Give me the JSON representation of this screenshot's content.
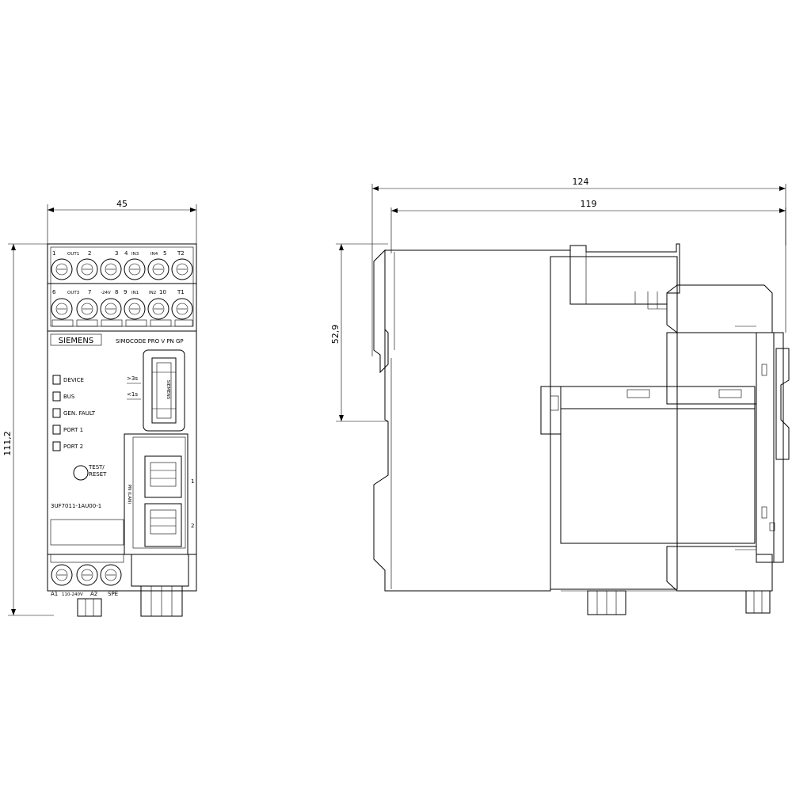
{
  "dimensions": {
    "front_width": "45",
    "front_height": "111,2",
    "side_width_total": "124",
    "side_width_body": "119",
    "side_rail_height": "52,9"
  },
  "front": {
    "brand": "SIEMENS",
    "product": "SIMOCODE PRO V PN GP",
    "top_row_labels": [
      "1",
      "OUT1",
      "2",
      "3",
      "4",
      "IN3",
      "IN4",
      "5",
      "T2"
    ],
    "middle_row_labels": [
      "6",
      "OUT3",
      "7",
      "-24V",
      "8",
      "9",
      "IN1",
      "IN2",
      "10",
      "T1"
    ],
    "leds": [
      "DEVICE",
      "BUS",
      "GEN. FAULT",
      "PORT 1",
      "PORT 2"
    ],
    "test_reset": [
      "TEST/",
      "RESET"
    ],
    "interface_1": ">3s",
    "interface_2": "<1s",
    "side_vertical_label": "SIEMENS",
    "lan_label": "PN (LAN)",
    "port_1": "1",
    "port_2": "2",
    "part_number": "3UF7011-1AU00-1",
    "bottom_labels": [
      "A1",
      "110-240V",
      "A2",
      "SPE"
    ]
  }
}
